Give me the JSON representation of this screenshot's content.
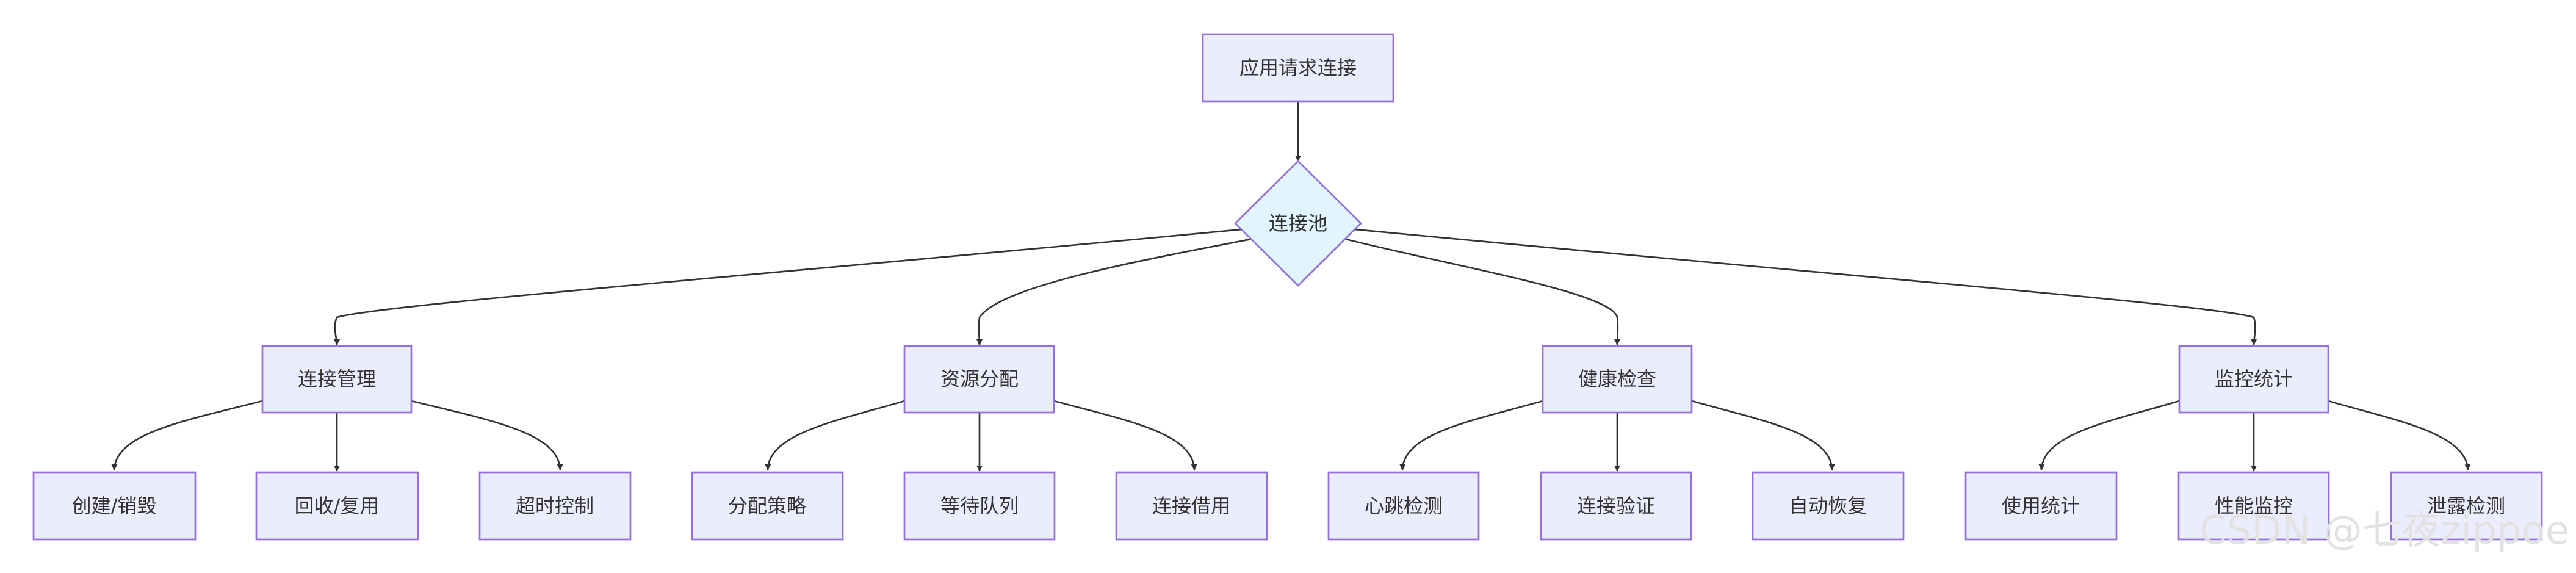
{
  "colors": {
    "node_fill": "#ECECFF",
    "node_stroke": "#9370DB",
    "decision_fill": "#E1F5FE",
    "edge": "#333333",
    "text": "#333333",
    "watermark": "#e2e2e2"
  },
  "nodes": {
    "request": "应用请求连接",
    "pool": "连接池",
    "manage": "连接管理",
    "alloc": "资源分配",
    "health": "健康检查",
    "monitor": "监控统计",
    "create": "创建/销毁",
    "recycle": "回收/复用",
    "timeout": "超时控制",
    "strategy": "分配策略",
    "queue": "等待队列",
    "borrow": "连接借用",
    "heartbeat": "心跳检测",
    "verify": "连接验证",
    "recover": "自动恢复",
    "usage": "使用统计",
    "perf": "性能监控",
    "leak": "泄露检测"
  },
  "edges": [
    [
      "request",
      "pool"
    ],
    [
      "pool",
      "manage"
    ],
    [
      "pool",
      "alloc"
    ],
    [
      "pool",
      "health"
    ],
    [
      "pool",
      "monitor"
    ],
    [
      "manage",
      "create"
    ],
    [
      "manage",
      "recycle"
    ],
    [
      "manage",
      "timeout"
    ],
    [
      "alloc",
      "strategy"
    ],
    [
      "alloc",
      "queue"
    ],
    [
      "alloc",
      "borrow"
    ],
    [
      "health",
      "heartbeat"
    ],
    [
      "health",
      "verify"
    ],
    [
      "health",
      "recover"
    ],
    [
      "monitor",
      "usage"
    ],
    [
      "monitor",
      "perf"
    ],
    [
      "monitor",
      "leak"
    ]
  ],
  "watermark": "CSDN @七夜zippoe"
}
